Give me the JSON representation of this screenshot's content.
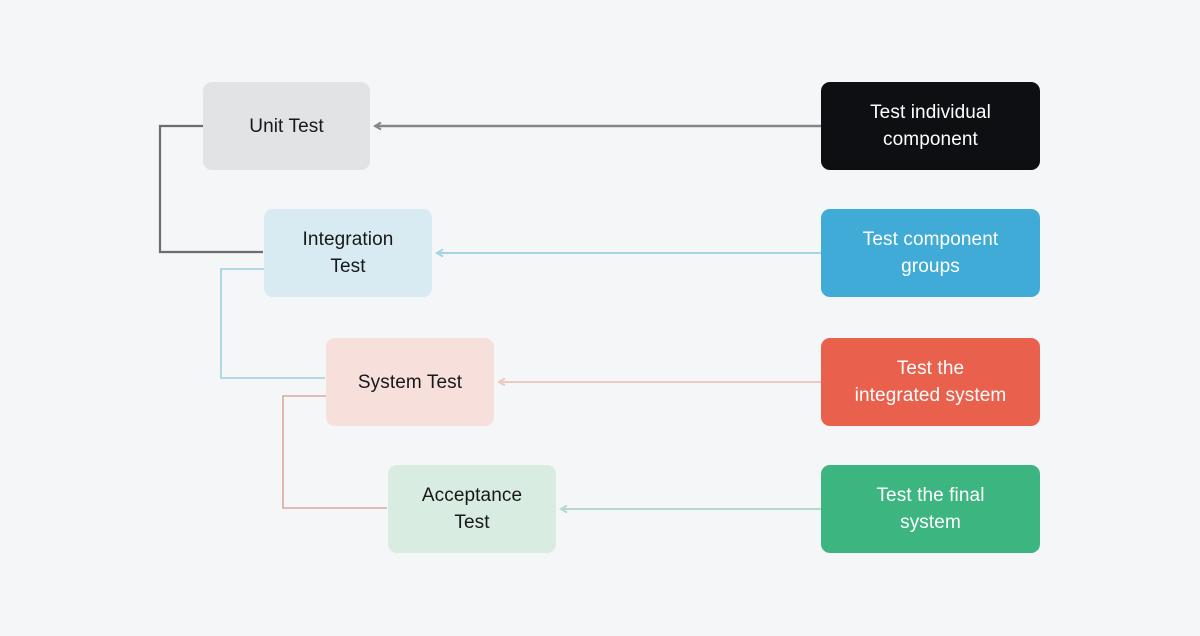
{
  "diagram": {
    "background": "#f4f6f8",
    "stages": [
      {
        "label": "Unit Test",
        "bg": "#e2e3e5",
        "text_color": "#17181a"
      },
      {
        "label": "Integration\nTest",
        "bg": "#d8eaf2",
        "text_color": "#17181a"
      },
      {
        "label": "System Test",
        "bg": "#f7dfdc",
        "text_color": "#17181a"
      },
      {
        "label": "Acceptance\nTest",
        "bg": "#d8ece2",
        "text_color": "#17181a"
      }
    ],
    "descriptions": [
      {
        "label": "Test individual\ncomponent",
        "bg": "#0e0f12",
        "text_color": "#ffffff"
      },
      {
        "label": "Test component\ngroups",
        "bg": "#41abd8",
        "text_color": "#ffffff"
      },
      {
        "label": "Test the\nintegrated system",
        "bg": "#e9604d",
        "text_color": "#ffffff"
      },
      {
        "label": "Test the final\nsystem",
        "bg": "#3cb581",
        "text_color": "#ffffff"
      }
    ],
    "edges": {
      "description_arrows": [
        {
          "from": "Test individual component",
          "to": "Unit Test",
          "color": "#84868b"
        },
        {
          "from": "Test component groups",
          "to": "Integration Test",
          "color": "#a5d4e3"
        },
        {
          "from": "Test the integrated system",
          "to": "System Test",
          "color": "#edc9c4"
        },
        {
          "from": "Test the final system",
          "to": "Acceptance Test",
          "color": "#b7d9cb"
        }
      ],
      "stage_links": [
        {
          "from": "Unit Test",
          "to": "Integration Test",
          "color": "#6b6d72"
        },
        {
          "from": "Integration Test",
          "to": "System Test",
          "color": "#9fcfe0"
        },
        {
          "from": "System Test",
          "to": "Acceptance Test",
          "color": "#dca89b"
        }
      ]
    }
  }
}
